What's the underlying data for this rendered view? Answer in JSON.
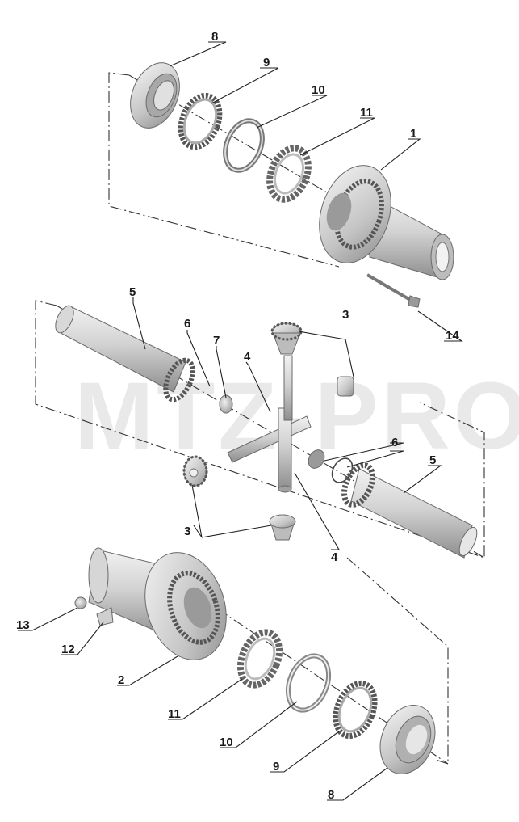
{
  "watermark": "MTZ-PRO",
  "labels": {
    "l1": "1",
    "l2": "2",
    "l3a": "3",
    "l3b": "3",
    "l4a": "4",
    "l4b": "4",
    "l5a": "5",
    "l5b": "5",
    "l6a": "6",
    "l6b": "6",
    "l7": "7",
    "l8a": "8",
    "l8b": "8",
    "l9a": "9",
    "l9b": "9",
    "l10a": "10",
    "l10b": "10",
    "l11a": "11",
    "l11b": "11",
    "l12": "12",
    "l13": "13",
    "l14": "14"
  },
  "colors": {
    "part_light": "#e4e4e4",
    "part_mid": "#bdbdbd",
    "part_dark": "#8a8a8a",
    "line": "#222222"
  }
}
